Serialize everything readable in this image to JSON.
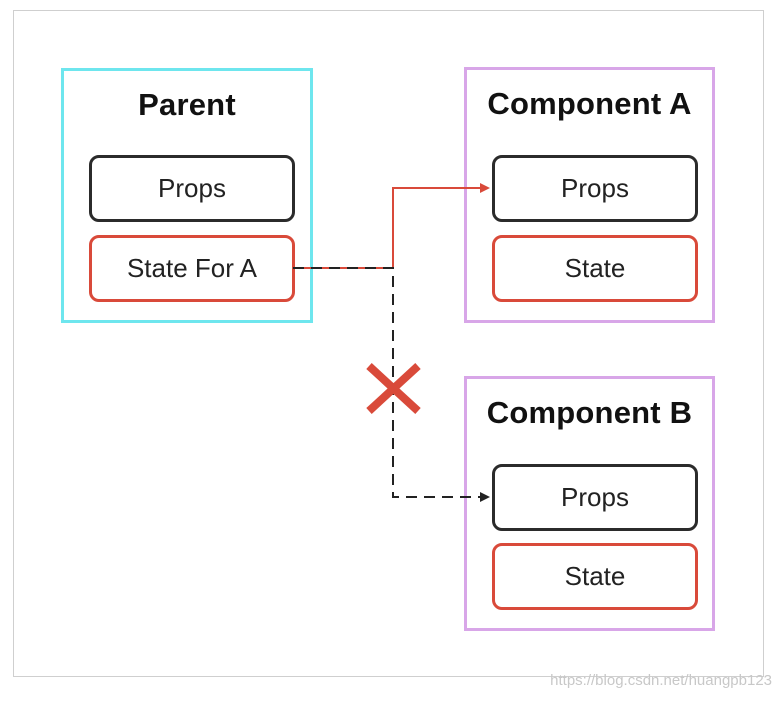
{
  "parent": {
    "title": "Parent",
    "props_label": "Props",
    "state_label": "State For A"
  },
  "component_a": {
    "title": "Component A",
    "props_label": "Props",
    "state_label": "State"
  },
  "component_b": {
    "title": "Component B",
    "props_label": "Props",
    "state_label": "State"
  },
  "watermark": "https://blog.csdn.net/huangpb123",
  "colors": {
    "parent_border": "#6ee6ee",
    "component_border": "#d8a6e8",
    "props_border": "#2b2b2b",
    "state_border": "#d94a3a",
    "arrow_allowed": "#d94a3a",
    "arrow_blocked": "#222222",
    "cross": "#d94a3a"
  }
}
